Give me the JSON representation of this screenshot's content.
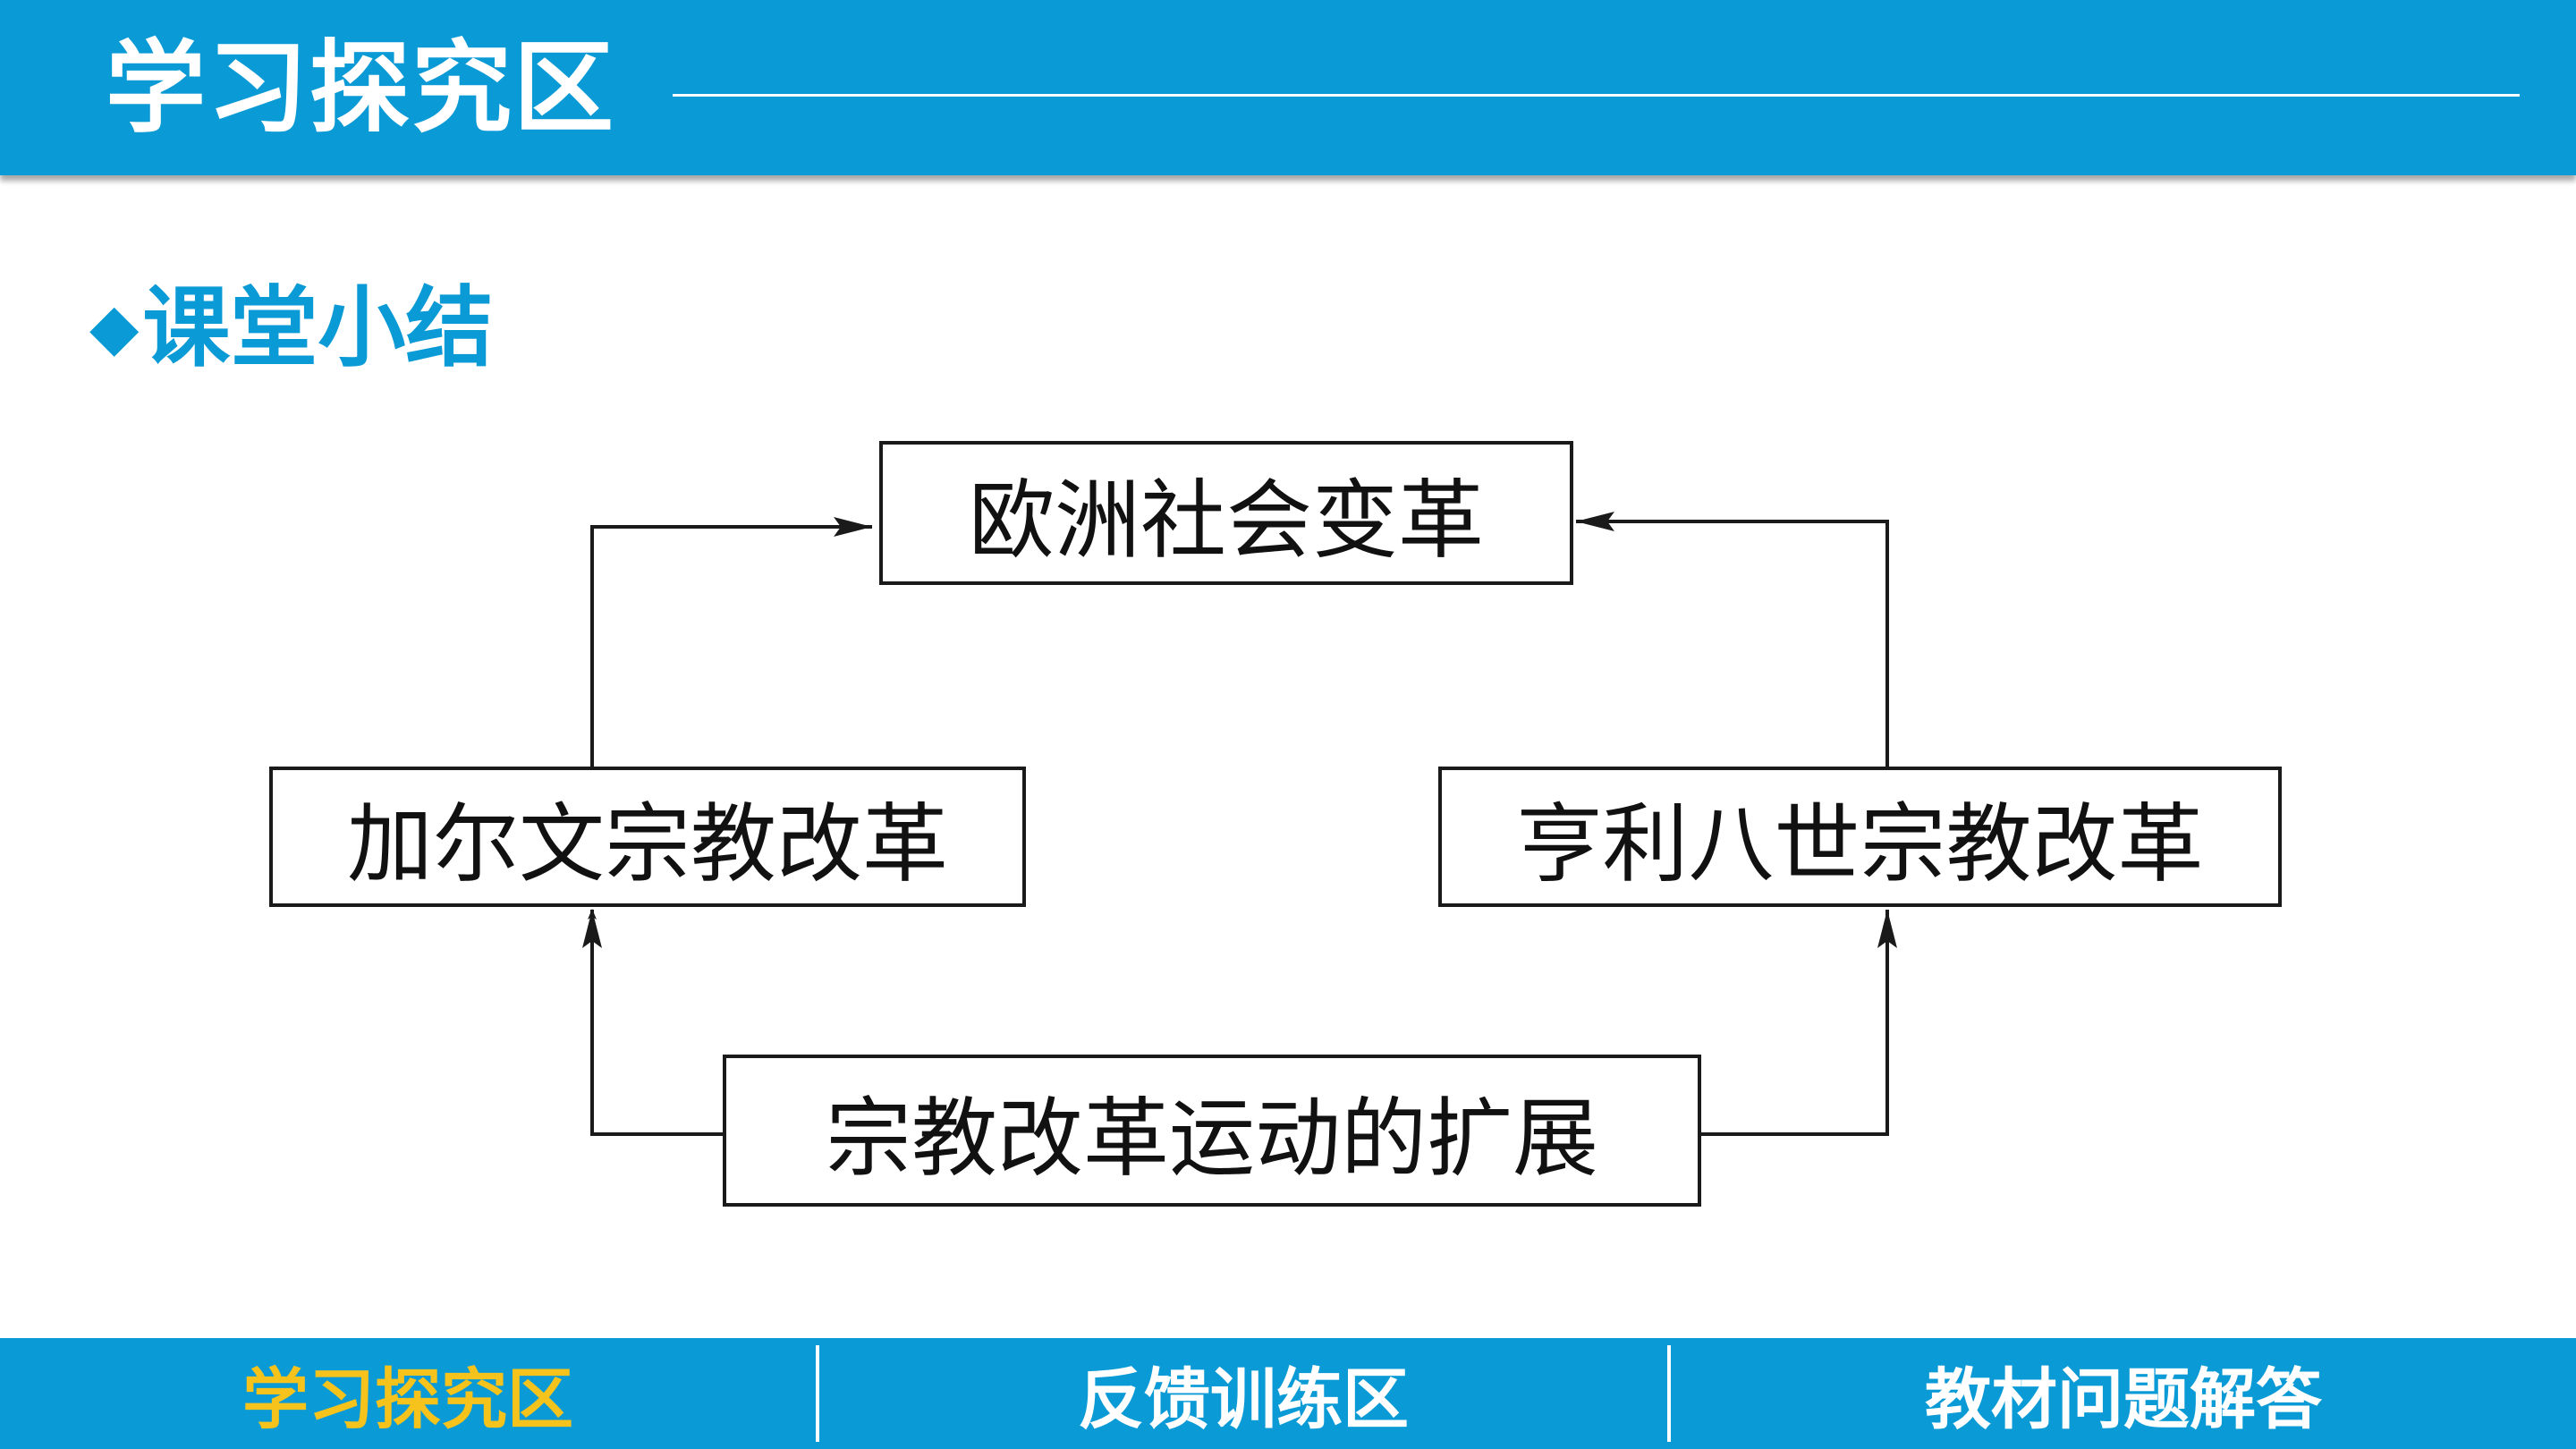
{
  "header": {
    "title": "学习探究区"
  },
  "section": {
    "bullet": "◆",
    "title": "课堂小结"
  },
  "diagram": {
    "top": "欧洲社会变革",
    "left": "加尔文宗教改革",
    "right": "亨利八世宗教改革",
    "bottom": "宗教改革运动的扩展"
  },
  "footer": {
    "tabs": [
      {
        "label": "学习探究区",
        "active": true
      },
      {
        "label": "反馈训练区",
        "active": false
      },
      {
        "label": "教材问题解答",
        "active": false
      }
    ],
    "active_color": "#f6c21c"
  },
  "colors": {
    "accent": "#0a9ad6",
    "line": "#1a1a1a"
  }
}
